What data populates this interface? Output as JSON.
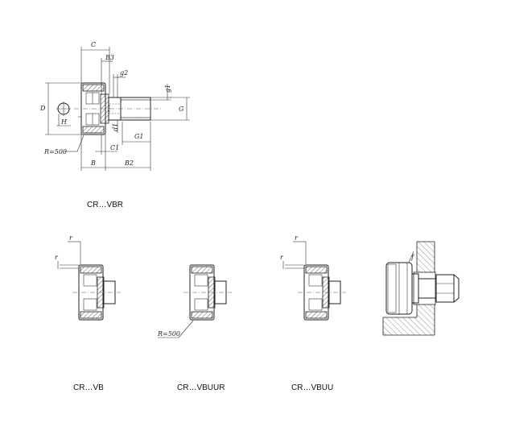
{
  "labels": {
    "C": "C",
    "B3": "B3",
    "g2": "g2",
    "g1": "g1",
    "D": "D",
    "H": "H",
    "G": "G",
    "d1": "d1",
    "G1": "G1",
    "R500": "R=500",
    "C1": "C1",
    "B": "B",
    "B2": "B2",
    "r": "r",
    "f": "f"
  },
  "captions": {
    "vbr": "CR…VBR",
    "vb": "CR…VB",
    "vbuur": "CR…VBUUR",
    "vbuu": "CR…VBUU"
  }
}
